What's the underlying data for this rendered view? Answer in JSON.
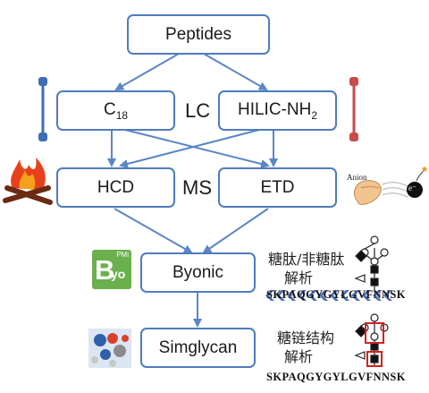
{
  "nodes": {
    "peptides": "Peptides",
    "c18_base": "C",
    "c18_sub": "18",
    "hilic_base": "HILIC-NH",
    "hilic_sub": "2",
    "hcd": "HCD",
    "etd": "ETD",
    "byonic": "Byonic",
    "simglycan": "Simglycan"
  },
  "stage_labels": {
    "lc": "LC",
    "ms": "MS"
  },
  "byonic_note": {
    "line1": "糖肽/非糖肽",
    "line2": "解析",
    "sequence": "SKPAQGYGYLGVFNNSK"
  },
  "simglycan_note": {
    "line1": "糖链结构",
    "line2": "解析",
    "sequence": "SKPAQGYGYLGVFNNSK"
  },
  "logos": {
    "byonic_pmi": "PMi",
    "byonic_b": "B",
    "byonic_yo": "yo",
    "etd_anion": "Anion",
    "etd_electron": "e⁻"
  },
  "icons": [
    "c18-column-icon",
    "hilic-column-icon",
    "fire-icon",
    "anion-hand-icon",
    "byonic-logo",
    "molecule-icon",
    "glycan-structure-icon"
  ],
  "colors": {
    "box_border": "#4f7cbd",
    "arrow": "#5a86c5",
    "c18_column": "#3d6db5",
    "hilic_column": "#c94a4a",
    "byonic_logo": "#6ab04c",
    "highlight": "#d62020"
  }
}
